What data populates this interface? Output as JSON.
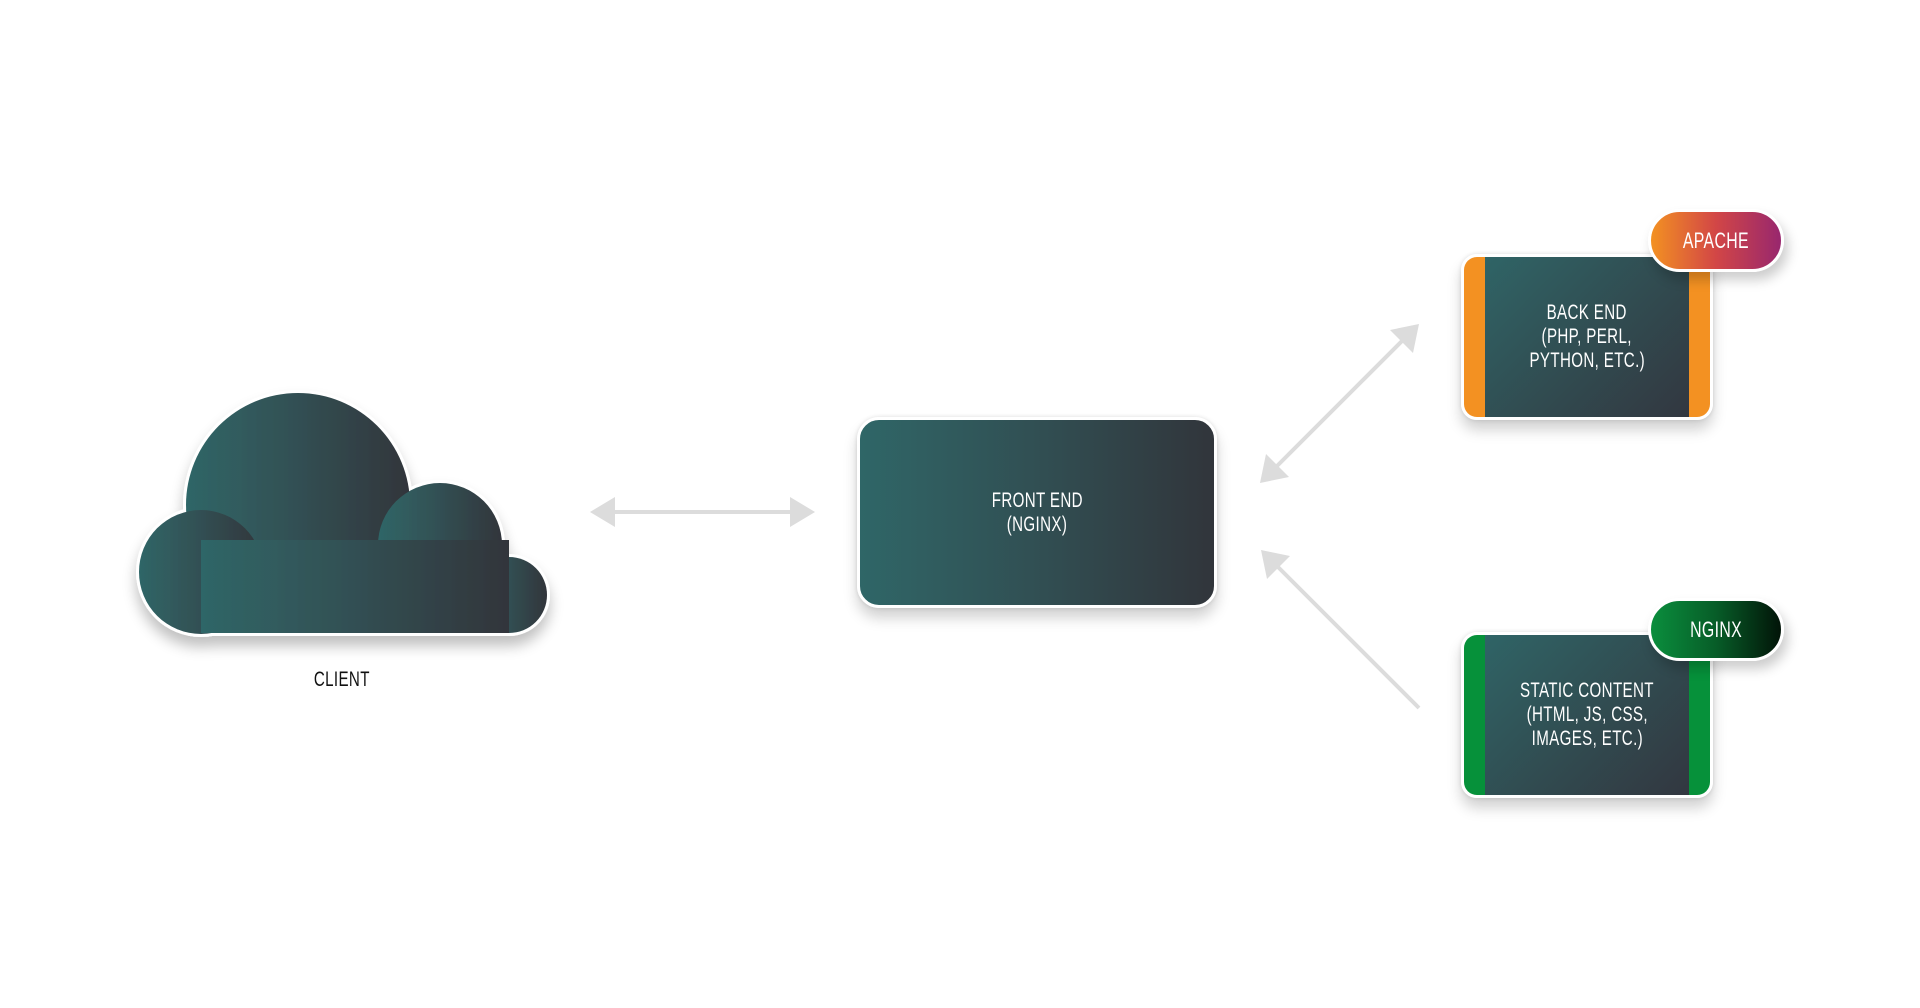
{
  "diagram": {
    "type": "reverse-proxy architecture",
    "client": {
      "label": "CLIENT",
      "icon": "cloud-icon"
    },
    "frontend": {
      "lines": [
        "FRONT END",
        "(NGINX)"
      ]
    },
    "backend": {
      "lines": [
        "BACK END",
        "(PHP, PERL,",
        "PYTHON, ETC.)"
      ],
      "badge": "APACHE",
      "accent_color": "#f39122",
      "badge_gradient": [
        "#f39122",
        "#d24646",
        "#98276e"
      ]
    },
    "static": {
      "lines": [
        "STATIC CONTENT",
        "(HTML, JS, CSS,",
        "IMAGES, ETC.)"
      ],
      "badge": "NGINX",
      "accent_color": "#06913a",
      "badge_gradient": [
        "#0a8e3d",
        "#075d28",
        "#021408"
      ]
    },
    "connections": [
      {
        "from": "client",
        "to": "frontend",
        "direction": "bidirectional"
      },
      {
        "from": "frontend",
        "to": "backend",
        "direction": "bidirectional"
      },
      {
        "from": "static",
        "to": "frontend",
        "direction": "one-way"
      }
    ],
    "colors": {
      "node_gradient_start": "#2f6667",
      "node_gradient_end": "#31353b",
      "arrow": "#dcdcdc"
    }
  }
}
